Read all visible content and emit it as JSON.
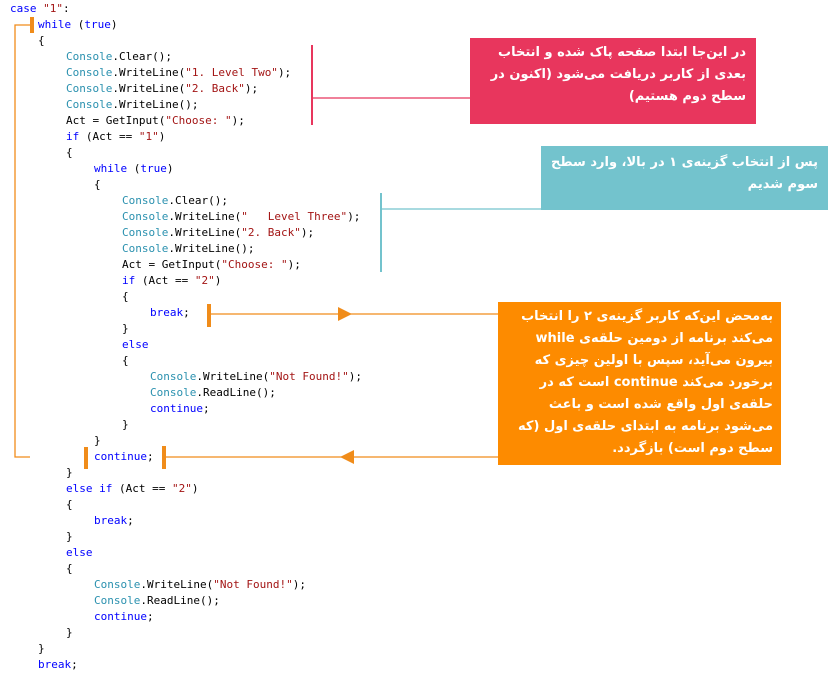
{
  "colors": {
    "keyword": "#0000ff",
    "string": "#a31515",
    "type": "#2b91af",
    "plain": "#000000",
    "note_red": "#e8365d",
    "note_teal": "#73c3cd",
    "note_orange": "#fd8b00",
    "loop_connector": "#f08c1a"
  },
  "code_lines": [
    [
      [
        "case ",
        "kw"
      ],
      [
        "\"1\"",
        "str"
      ],
      [
        ":",
        "pl"
      ]
    ],
    [
      [
        "while",
        "kw"
      ],
      [
        " (",
        "pl"
      ],
      [
        "true",
        "kw"
      ],
      [
        ")",
        "pl"
      ]
    ],
    [
      [
        "{",
        "pl"
      ]
    ],
    [
      [
        "Console",
        "cls"
      ],
      [
        ".Clear();",
        "pl"
      ]
    ],
    [
      [
        "Console",
        "cls"
      ],
      [
        ".WriteLine(",
        "pl"
      ],
      [
        "\"1. Level Two\"",
        "str"
      ],
      [
        ");",
        "pl"
      ]
    ],
    [
      [
        "Console",
        "cls"
      ],
      [
        ".WriteLine(",
        "pl"
      ],
      [
        "\"2. Back\"",
        "str"
      ],
      [
        ");",
        "pl"
      ]
    ],
    [
      [
        "Console",
        "cls"
      ],
      [
        ".WriteLine();",
        "pl"
      ]
    ],
    [
      [
        "Act = GetInput(",
        "pl"
      ],
      [
        "\"Choose: \"",
        "str"
      ],
      [
        ");",
        "pl"
      ]
    ],
    [
      [
        "if",
        "kw"
      ],
      [
        " (Act == ",
        "pl"
      ],
      [
        "\"1\"",
        "str"
      ],
      [
        ")",
        "pl"
      ]
    ],
    [
      [
        "{",
        "pl"
      ]
    ],
    [
      [
        "while",
        "kw"
      ],
      [
        " (",
        "pl"
      ],
      [
        "true",
        "kw"
      ],
      [
        ")",
        "pl"
      ]
    ],
    [
      [
        "{",
        "pl"
      ]
    ],
    [
      [
        "Console",
        "cls"
      ],
      [
        ".Clear();",
        "pl"
      ]
    ],
    [
      [
        "Console",
        "cls"
      ],
      [
        ".WriteLine(",
        "pl"
      ],
      [
        "\"   Level Three\"",
        "str"
      ],
      [
        ");",
        "pl"
      ]
    ],
    [
      [
        "Console",
        "cls"
      ],
      [
        ".WriteLine(",
        "pl"
      ],
      [
        "\"2. Back\"",
        "str"
      ],
      [
        ");",
        "pl"
      ]
    ],
    [
      [
        "Console",
        "cls"
      ],
      [
        ".WriteLine();",
        "pl"
      ]
    ],
    [
      [
        "Act = GetInput(",
        "pl"
      ],
      [
        "\"Choose: \"",
        "str"
      ],
      [
        ");",
        "pl"
      ]
    ],
    [
      [
        "if",
        "kw"
      ],
      [
        " (Act == ",
        "pl"
      ],
      [
        "\"2\"",
        "str"
      ],
      [
        ")",
        "pl"
      ]
    ],
    [
      [
        "{",
        "pl"
      ]
    ],
    [
      [
        "break",
        "kw"
      ],
      [
        ";",
        "pl"
      ]
    ],
    [
      [
        "}",
        "pl"
      ]
    ],
    [
      [
        "else",
        "kw"
      ]
    ],
    [
      [
        "{",
        "pl"
      ]
    ],
    [
      [
        "Console",
        "cls"
      ],
      [
        ".WriteLine(",
        "pl"
      ],
      [
        "\"Not Found!\"",
        "str"
      ],
      [
        ");",
        "pl"
      ]
    ],
    [
      [
        "Console",
        "cls"
      ],
      [
        ".ReadLine();",
        "pl"
      ]
    ],
    [
      [
        "continue",
        "kw"
      ],
      [
        ";",
        "pl"
      ]
    ],
    [
      [
        "}",
        "pl"
      ]
    ],
    [
      [
        "}",
        "pl"
      ]
    ],
    [
      [
        "continue",
        "kw"
      ],
      [
        ";",
        "pl"
      ]
    ],
    [
      [
        "}",
        "pl"
      ]
    ],
    [
      [
        "else if",
        "kw"
      ],
      [
        " (Act == ",
        "pl"
      ],
      [
        "\"2\"",
        "str"
      ],
      [
        ")",
        "pl"
      ]
    ],
    [
      [
        "{",
        "pl"
      ]
    ],
    [
      [
        "break",
        "kw"
      ],
      [
        ";",
        "pl"
      ]
    ],
    [
      [
        "}",
        "pl"
      ]
    ],
    [
      [
        "else",
        "kw"
      ]
    ],
    [
      [
        "{",
        "pl"
      ]
    ],
    [
      [
        "Console",
        "cls"
      ],
      [
        ".WriteLine(",
        "pl"
      ],
      [
        "\"Not Found!\"",
        "str"
      ],
      [
        ");",
        "pl"
      ]
    ],
    [
      [
        "Console",
        "cls"
      ],
      [
        ".ReadLine();",
        "pl"
      ]
    ],
    [
      [
        "continue",
        "kw"
      ],
      [
        ";",
        "pl"
      ]
    ],
    [
      [
        "}",
        "pl"
      ]
    ],
    [
      [
        "}",
        "pl"
      ]
    ],
    [
      [
        "break",
        "kw"
      ],
      [
        ";",
        "pl"
      ]
    ]
  ],
  "notes": {
    "red": "در این‌جا ابتدا صفحه پاک شده و انتخاب بعدی از کاربر دریافت می‌شود (اکنون در سطح دوم هستیم)",
    "teal": "پس از انتخاب گزینه‌ی ۱ در بالا، وارد سطح سوم شدیم",
    "orange": "به‌محض این‌که کاربر گزینه‌ی ۲ را انتخاب می‌کند برنامه از دومین حلقه‌ی while بیرون می‌آید، سپس با اولین چیزی که برخورد می‌کند continue است که در حلقه‌ی اول واقع شده است و باعث می‌شود برنامه به ابتدای حلقه‌ی اول (که سطح دوم است) بازگردد."
  }
}
